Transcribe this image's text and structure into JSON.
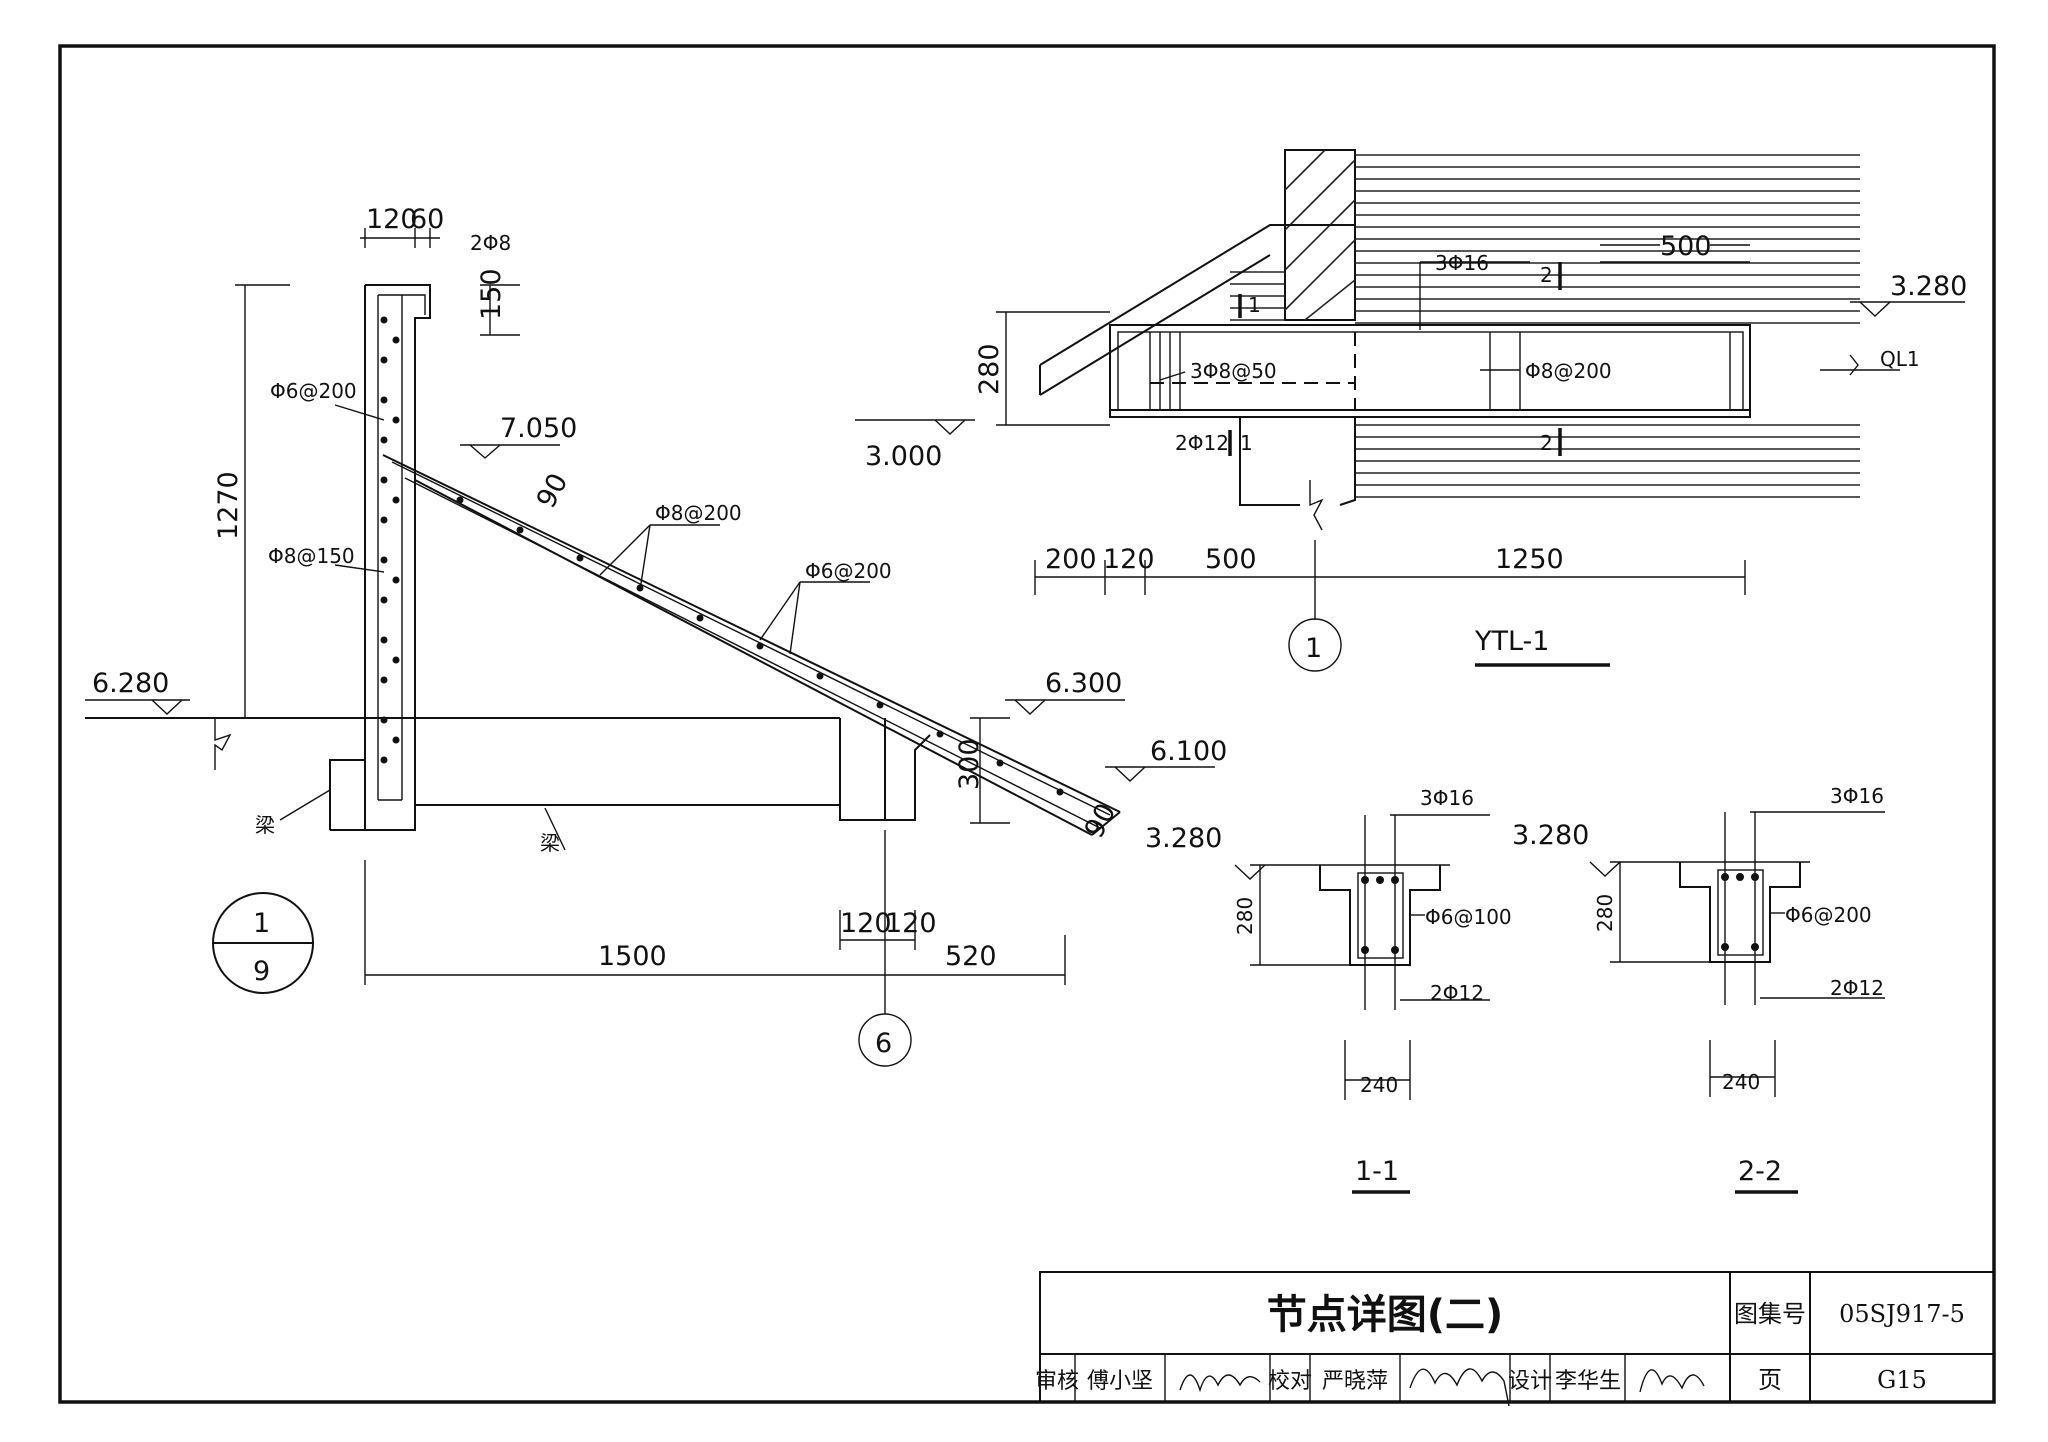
{
  "detail_main": {
    "labels": {
      "dim_top_left": "120",
      "dim_top_right": "60",
      "bar_top": "2Φ8",
      "dim_150": "150",
      "wall_stirrup": "Φ6@200",
      "wall_bar": "Φ8@150",
      "dim_1270": "1270",
      "slope_bar1": "Φ8@200",
      "slope_bar2": "Φ6@200",
      "dim_90_top": "90",
      "dim_90_end": "90",
      "dim_300": "300",
      "dim_1500": "1500",
      "dim_120a": "120",
      "dim_120b": "120",
      "dim_520": "520",
      "beam_a": "梁",
      "beam_b": "梁"
    },
    "elevations": {
      "e7050": "7.050",
      "e6280": "6.280",
      "e6300": "6.300",
      "e6100": "6.100"
    },
    "ref_top": "1",
    "ref_bottom": "9",
    "axis": "6"
  },
  "detail_ytl": {
    "labels": {
      "bar_top": "3Φ16",
      "stir_dense": "3Φ8@50",
      "stir_normal": "Φ8@200",
      "bar_bottom": "2Φ12",
      "dim_500_top": "500",
      "dim_280": "280",
      "ql": "QL1",
      "sec1": "1",
      "sec1b": "1",
      "sec2": "2",
      "sec2b": "2",
      "dim_200": "200",
      "dim_120": "120",
      "dim_500": "500",
      "dim_1250": "1250"
    },
    "elevations": {
      "e3280": "3.280",
      "e3000": "3.000"
    },
    "axis": "1",
    "title": "YTL-1"
  },
  "sections": [
    {
      "elev": "3.280",
      "top_bar": "3Φ16",
      "stirrup": "Φ6@100",
      "bottom_bar": "2Φ12",
      "height": "280",
      "width": "240",
      "title": "1-1"
    },
    {
      "elev": "3.280",
      "top_bar": "3Φ16",
      "stirrup": "Φ6@200",
      "bottom_bar": "2Φ12",
      "height": "280",
      "width": "240",
      "title": "2-2"
    }
  ],
  "title_block": {
    "title": "节点详图(二)",
    "atlas_label": "图集号",
    "atlas_no": "05SJ917-5",
    "page_label": "页",
    "page_no": "G15",
    "review_label": "审核",
    "review_name": "傅小坚",
    "check_label": "校对",
    "check_name": "严晓萍",
    "design_label": "设计",
    "design_name": "李华生"
  }
}
